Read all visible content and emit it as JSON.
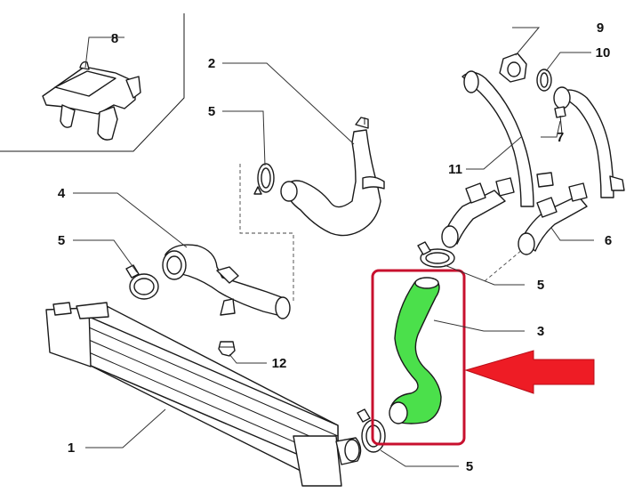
{
  "callouts": {
    "c1": "1",
    "c2": "2",
    "c3": "3",
    "c4": "4",
    "c5_mid_top": "5",
    "c5_left": "5",
    "c5_right": "5",
    "c5_bottom": "5",
    "c6": "6",
    "c7": "7",
    "c8": "8",
    "c9": "9",
    "c10": "10",
    "c11": "11",
    "c12": "12"
  },
  "colors": {
    "highlight_hose": "#4be04b",
    "highlight_box": "#c8102e",
    "pointer_arrow": "#ee1c25",
    "line_art": "#1a1a1a"
  }
}
